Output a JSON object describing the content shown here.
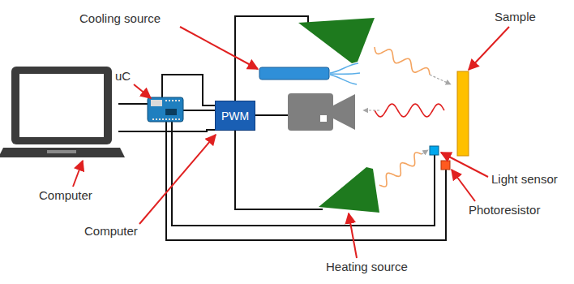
{
  "diagram": {
    "nodes": [
      {
        "text": [
          "PWM"
        ]
      }
    ],
    "labels": [
      "Cooling source",
      "Sample",
      "uC",
      "Light sensor",
      "Computer",
      "Computer",
      "Photoresistor",
      "Heating source"
    ]
  }
}
